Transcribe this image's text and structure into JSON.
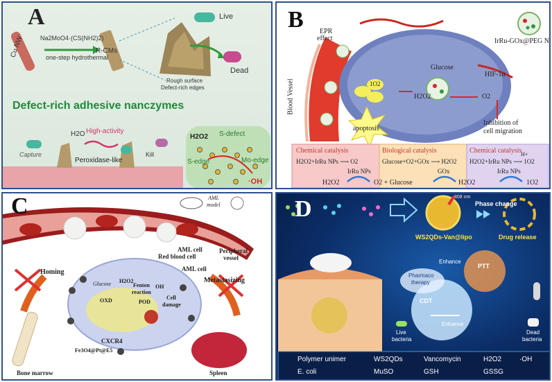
{
  "panelA": {
    "letter": "A",
    "cu_label": "Cu NW",
    "reagents": "Na2MoO4·(CS(NH2)2)",
    "method": "one-step hydrothermal",
    "rcm": "R-CMs",
    "live": "Live",
    "dead": "Dead",
    "surface_line1": "Rough surface",
    "surface_line2": "Defect-rich edges",
    "title": "Defect-rich adhesive nanczymes",
    "h2o": "H2O",
    "capture": "Capture",
    "high_activity": "High-activity",
    "peroxidase": "Peroxidase-like",
    "kill": "Kill",
    "s_defect": "S-defect",
    "s_edge": "S-edge",
    "mo_edge": "Mo-edge",
    "oh": "·OH",
    "h2o2_small": "H2O2"
  },
  "panelB": {
    "letter": "B",
    "np_label": "IrRu-GOx@PEG NPs",
    "epr_line1": "EPR",
    "epr_line2": "effect",
    "vessel": "Blood Vessel",
    "glucose": "Glucose",
    "h2o2": "H2O2",
    "o2": "O2",
    "singlet_o2": "1O2",
    "hif": "HIF-1α",
    "inhib_line1": "Inhibition of",
    "inhib_line2": "cell migration",
    "apoptosis": "apoptosis",
    "chem1_title": "Chemical catalysis",
    "chem1_eq": "H2O2+IrRu NPs ⟶ O2",
    "bio_title": "Biological catalysis",
    "bio_eq": "Glucose+O2+GOx ⟶ H2O2",
    "chem2_title": "Chemical catalysis",
    "chem2_eq": "H2O2+IrRu NPs ⟶ 1O2",
    "h_plus": "H+",
    "irru1": "IrRu NPs",
    "gox": "GOx",
    "irru2": "IrRu NPs",
    "bottom_h2o2_a": "H2O2",
    "bottom_o2_glucose": "O2 +  Glucose",
    "bottom_h2o2_b": "H2O2",
    "bottom_1o2": "1O2"
  },
  "panelC": {
    "letter": "C",
    "aml_model_line1": "AML",
    "aml_model_line2": "model",
    "aml_cell": "AML cell",
    "red_blood_cell": "Red blood cell",
    "peripheral_line1": "Peripheral",
    "peripheral_line2": "vessel",
    "aml_cell2": "AML cell",
    "homing": "Homing",
    "metastasizing": "Metastasizing",
    "glucose": "Glucose",
    "h2o2": "H2O2",
    "fenton_line1": "Fenton",
    "fenton_line2": "reaction",
    "oh": "OH",
    "oxd": "OXD",
    "pod": "POD",
    "cell_line1": "Cell",
    "cell_line2": "damage",
    "cxcr4": "CXCR4",
    "nanozyme": "Fe3O4@Pt@E5",
    "bone_marrow": "Bone marrow",
    "spleen": "Spleen"
  },
  "panelD": {
    "letter": "D",
    "phase_change": "Phase change",
    "ws2_label": "WS2QDs-Van@lipo",
    "drug_release": "Drug  release",
    "ptt": "PTT",
    "enhance": "Enhance",
    "pharmaco_line1": "Pharmaco",
    "pharmaco_line2": "therapy",
    "cdt": "CDT",
    "live_line1": "Live",
    "live_line2": "bacteria",
    "dead_line1": "Dead",
    "dead_line2": "bacteria",
    "nm": "808 nm",
    "legend": [
      "Polymer unimer",
      "WS2QDs",
      "Vancomycin",
      "H2O2",
      "·OH",
      "E. coli",
      "MuSO",
      "GSH",
      "GSSG"
    ]
  }
}
